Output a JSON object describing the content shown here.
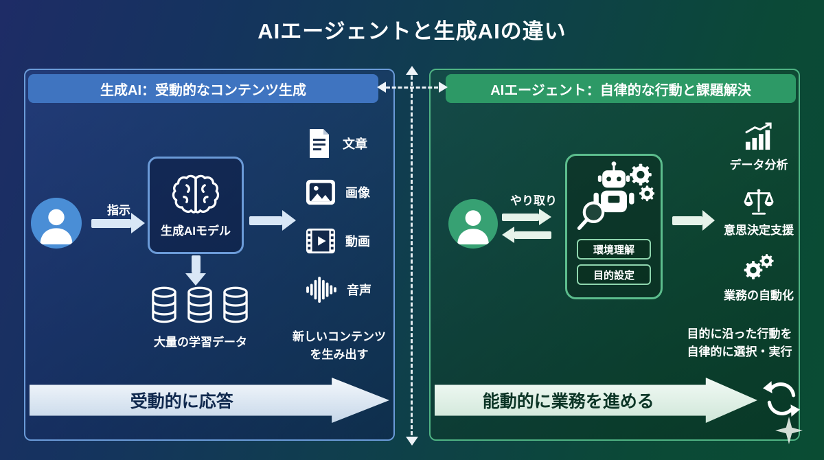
{
  "title": "AIエージェントと生成AIの違い",
  "colors": {
    "left_accent": "#3f74c0",
    "left_border": "#6b9bd8",
    "right_accent": "#2d9966",
    "right_border": "#4fb383",
    "background_left": "#1e2c66",
    "background_right": "#0a4c33"
  },
  "left_panel": {
    "header": "生成AI：受動的なコンテンツ生成",
    "input_arrow_label": "指示",
    "model_label": "生成AIモデル",
    "training_data_label": "大量の学習データ",
    "outputs": [
      {
        "icon": "document-icon",
        "label": "文章"
      },
      {
        "icon": "image-icon",
        "label": "画像"
      },
      {
        "icon": "video-icon",
        "label": "動画"
      },
      {
        "icon": "audio-icon",
        "label": "音声"
      }
    ],
    "outputs_caption": "新しいコンテンツ\nを生み出す",
    "bottom_arrow_label": "受動的に応答"
  },
  "right_panel": {
    "header": "AIエージェント：自律的な行動と課題解決",
    "interaction_arrow_label": "やり取り",
    "agent_tags": [
      "環境理解",
      "目的設定"
    ],
    "capabilities": [
      {
        "icon": "data-analysis-icon",
        "label": "データ分析"
      },
      {
        "icon": "decision-scales-icon",
        "label": "意思決定支援"
      },
      {
        "icon": "automation-gears-icon",
        "label": "業務の自動化"
      }
    ],
    "capabilities_caption": "目的に沿った行動を\n自律的に選択・実行",
    "bottom_arrow_label": "能動的に業務を進める"
  }
}
